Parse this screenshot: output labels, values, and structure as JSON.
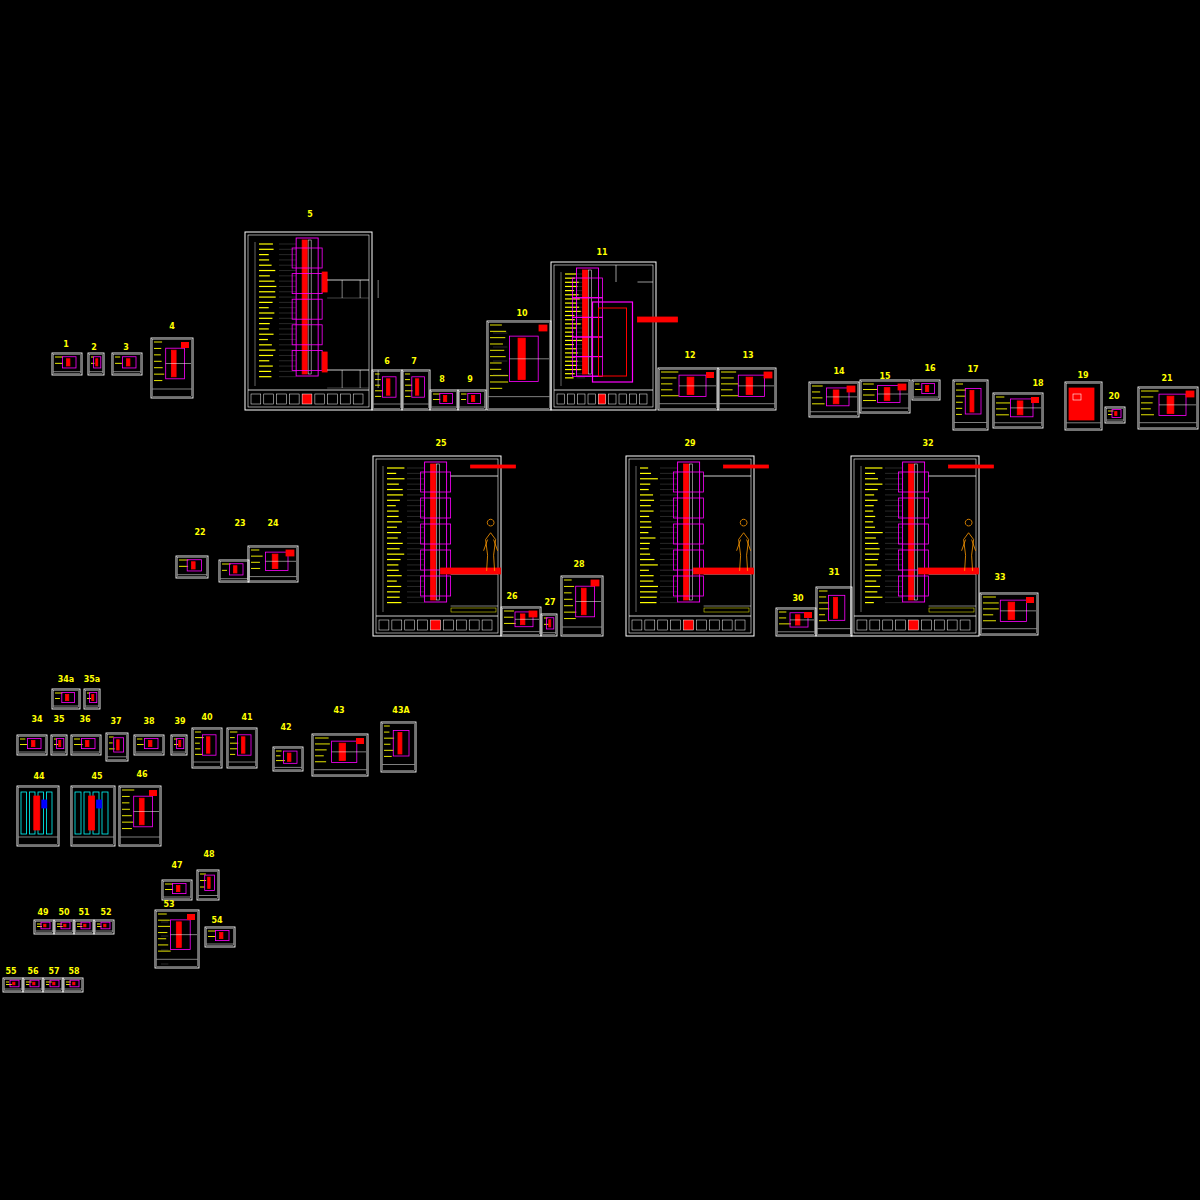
{
  "diagram": {
    "labels": [
      "1",
      "2",
      "3",
      "4",
      "5",
      "6",
      "7",
      "8",
      "9",
      "10",
      "11",
      "12",
      "13",
      "14",
      "15",
      "16",
      "17",
      "18",
      "19",
      "20",
      "21",
      "22",
      "23",
      "24",
      "25",
      "26",
      "27",
      "28",
      "29",
      "30",
      "31",
      "32",
      "33",
      "34a",
      "35a",
      "34",
      "35",
      "36",
      "37",
      "38",
      "39",
      "40",
      "41",
      "42",
      "43",
      "43A",
      "44",
      "45",
      "46",
      "47",
      "48",
      "49",
      "50",
      "51",
      "52",
      "53",
      "54",
      "55",
      "56",
      "57",
      "58"
    ]
  }
}
